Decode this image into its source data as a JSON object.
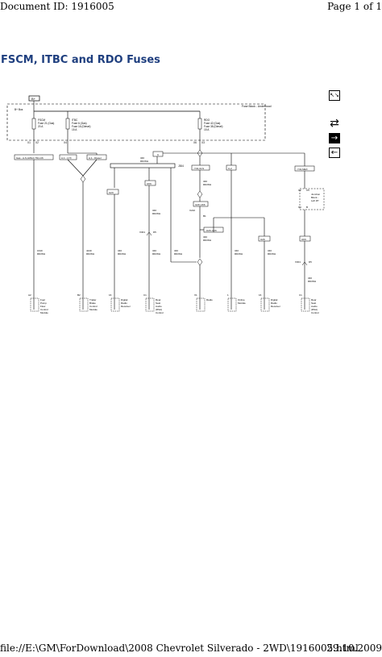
{
  "header": {
    "document_id": "Document ID: 1916005",
    "page": "Page 1 of 1"
  },
  "title": "FSCM, ITBC and RDO Fuses",
  "footer": {
    "path": "file://E:\\GM\\ForDownload\\2008 Chevrolet Silverado - 2WD\\1916005.html",
    "date": "29.10.2009"
  },
  "nav": {
    "icons": [
      "zoom-icon",
      "swap-icon",
      "next-arrow-icon",
      "previous-arrow-icon"
    ],
    "next_glyph": "→",
    "prev_glyph": "←",
    "swap_glyph": "⇄",
    "zoom_glyph": "↖↘"
  },
  "diagram": {
    "fuse_block_label": "Fuse Block - Underhood",
    "bplus_label": "B+",
    "bat_bus_label": "B+ Bus",
    "fuses": [
      {
        "id": "fscm",
        "lines": [
          "FSCM",
          "Fuse 21 (Gas)",
          "20 A"
        ]
      },
      {
        "id": "itbc",
        "lines": [
          "ITBC",
          "Fuse 6 (Gas)",
          "Fuse 16 (Diesel)",
          "15 A"
        ]
      },
      {
        "id": "rdo",
        "lines": [
          "RDO",
          "Fuse 42 (Gas)",
          "Fuse 38 (Diesel)",
          "15 A"
        ]
      }
    ],
    "fuse_connectors": [
      "X1",
      "X2",
      "X4",
      "X6",
      "X3"
    ],
    "option_boxes": {
      "gas_options": "Gas - A-S,LMG4,YM,LC6",
      "lyy": "A,1 - LYX",
      "diesel": "A,1 - Diesel",
      "c": "C",
      "yii_uls": "-YII1,ULS",
      "u": "U,2",
      "yii_mex": "-YII1,MEX",
      "u2x": "U2X",
      "uk6": "UK6",
      "u2k_uk6": "U2K,UK6",
      "u2k_uk6_b": "-U2K-UK6",
      "u2k": "U2K",
      "uk6_b": "UK6"
    },
    "splices": [
      "J304",
      "X210",
      "X301",
      "X301",
      "B1"
    ],
    "wire_labels": {
      "w1": [
        "1640",
        "RD/WH"
      ],
      "w2": [
        "4240",
        "RD/WH"
      ],
      "w3": [
        "340",
        "RD/WH"
      ],
      "w4": [
        "340",
        "RD/WH"
      ],
      "w5": [
        "340",
        "RD/WH"
      ],
      "w6": [
        "340",
        "RD/WH"
      ],
      "w7": [
        "340",
        "RD/WH"
      ],
      "w8": [
        "340",
        "RD/WH"
      ],
      "w9": [
        "340",
        "RD/WH"
      ],
      "w10": [
        "340",
        "RD/WH"
      ],
      "w_top1": [
        "340",
        "RD/WH"
      ],
      "w_top2": [
        "340",
        "RD/WH"
      ]
    },
    "junction_block": [
      "Junction",
      "Block -",
      "Left I/P"
    ],
    "junction_pins": [
      "X2",
      "C5",
      "X4",
      "B"
    ],
    "components": [
      {
        "pin": "A2",
        "label": [
          "Fuel",
          "Pump",
          "Flow",
          "Control",
          "Module"
        ]
      },
      {
        "pin": "B2",
        "label": [
          "Trailer",
          "Brake",
          "Control",
          "Module"
        ]
      },
      {
        "pin": "16",
        "label": [
          "Digital",
          "Radio",
          "Receiver"
        ]
      },
      {
        "pin": "C1",
        "label": [
          "Rear",
          "Seat",
          "Audio",
          "(RSA)",
          "Control"
        ]
      },
      {
        "pin": "X1",
        "label": [
          "Radio"
        ]
      },
      {
        "pin": "1",
        "label": [
          "Online",
          "Module"
        ]
      },
      {
        "pin": "16",
        "label": [
          "Digital",
          "Radio",
          "Receiver"
        ]
      },
      {
        "pin": "C1",
        "label": [
          "Rear",
          "Seat",
          "Audio",
          "(RSA)",
          "Control"
        ]
      }
    ]
  }
}
